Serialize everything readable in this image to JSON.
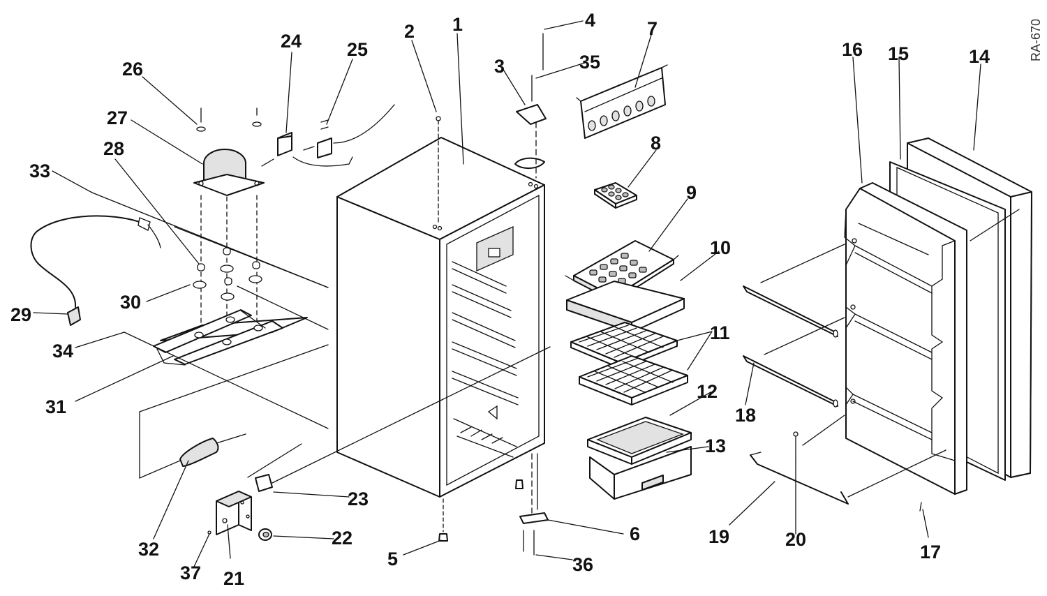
{
  "figure_code": "RA-670",
  "callouts": [
    {
      "id": "1",
      "label": "1"
    },
    {
      "id": "2",
      "label": "2"
    },
    {
      "id": "3",
      "label": "3"
    },
    {
      "id": "4",
      "label": "4"
    },
    {
      "id": "5",
      "label": "5"
    },
    {
      "id": "6",
      "label": "6"
    },
    {
      "id": "7",
      "label": "7"
    },
    {
      "id": "8",
      "label": "8"
    },
    {
      "id": "9",
      "label": "9"
    },
    {
      "id": "10",
      "label": "10"
    },
    {
      "id": "11",
      "label": "11"
    },
    {
      "id": "12",
      "label": "12"
    },
    {
      "id": "13",
      "label": "13"
    },
    {
      "id": "14",
      "label": "14"
    },
    {
      "id": "15",
      "label": "15"
    },
    {
      "id": "16",
      "label": "16"
    },
    {
      "id": "17",
      "label": "17"
    },
    {
      "id": "18",
      "label": "18"
    },
    {
      "id": "19",
      "label": "19"
    },
    {
      "id": "20",
      "label": "20"
    },
    {
      "id": "21",
      "label": "21"
    },
    {
      "id": "22",
      "label": "22"
    },
    {
      "id": "23",
      "label": "23"
    },
    {
      "id": "24",
      "label": "24"
    },
    {
      "id": "25",
      "label": "25"
    },
    {
      "id": "26",
      "label": "26"
    },
    {
      "id": "27",
      "label": "27"
    },
    {
      "id": "28",
      "label": "28"
    },
    {
      "id": "29",
      "label": "29"
    },
    {
      "id": "30",
      "label": "30"
    },
    {
      "id": "31",
      "label": "31"
    },
    {
      "id": "32",
      "label": "32"
    },
    {
      "id": "33",
      "label": "33"
    },
    {
      "id": "34",
      "label": "34"
    },
    {
      "id": "35",
      "label": "35"
    },
    {
      "id": "36",
      "label": "36"
    },
    {
      "id": "37",
      "label": "37"
    }
  ]
}
